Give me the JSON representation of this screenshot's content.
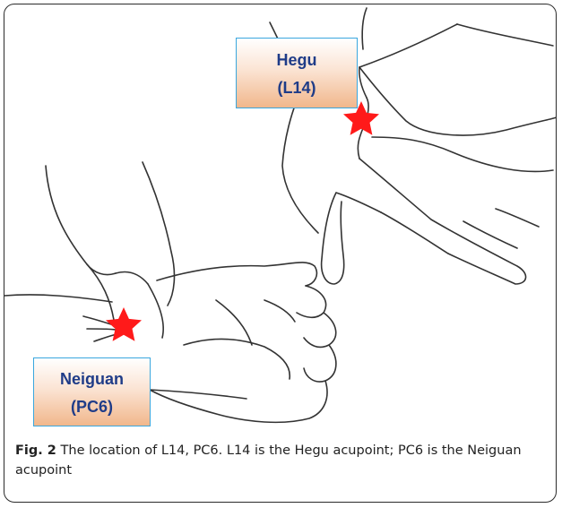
{
  "figure": {
    "labels": {
      "hegu": {
        "name": "Hegu",
        "code": "(L14)"
      },
      "neiguan": {
        "name": "Neiguan",
        "code": "(PC6)"
      }
    },
    "caption": {
      "prefix": "Fig. 2",
      "text": " The location of L14, PC6. L14 is the Hegu acupoint; PC6 is the Neiguan acupoint"
    },
    "colors": {
      "marker": "#ff1a1a",
      "label_border": "#3aa7de",
      "label_text": "#1f3c88",
      "label_fill_bottom": "#f1b78c",
      "frame_border": "#2b2b2b"
    },
    "icons": [
      "star-marker-icon",
      "hand-illustration"
    ]
  }
}
